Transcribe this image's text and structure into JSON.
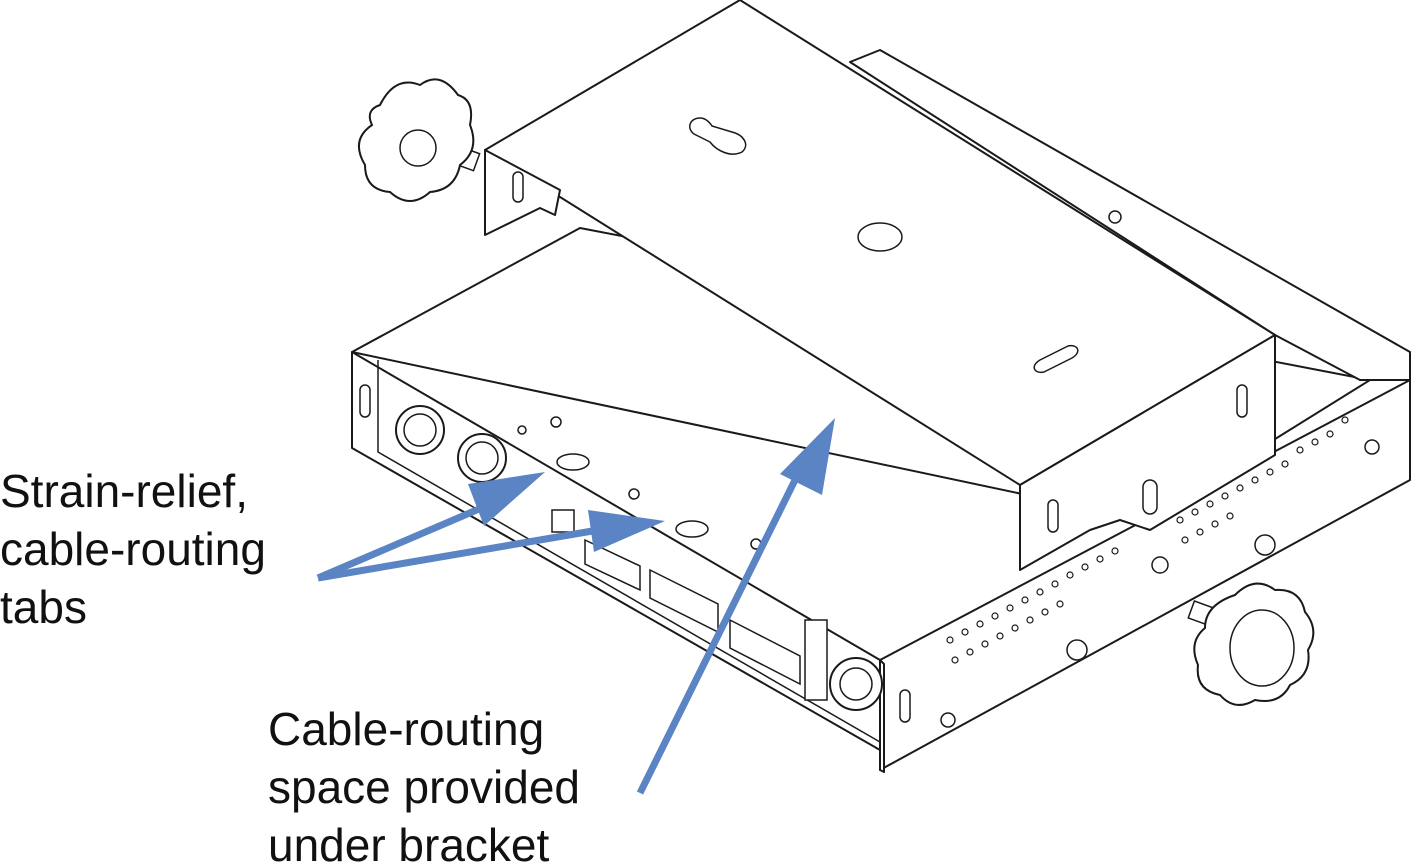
{
  "callouts": {
    "strain_relief": {
      "lines": [
        "Strain-relief,",
        "cable-routing",
        "tabs"
      ]
    },
    "cable_space": {
      "lines": [
        "Cable-routing",
        "space provided",
        "under bracket"
      ]
    }
  },
  "colors": {
    "arrow": "#5b84c4",
    "line_art": "#1a1a1a",
    "background": "#ffffff"
  },
  "icons": {
    "knob": "thumb-screw-knob",
    "connector": "xlr-connector"
  }
}
